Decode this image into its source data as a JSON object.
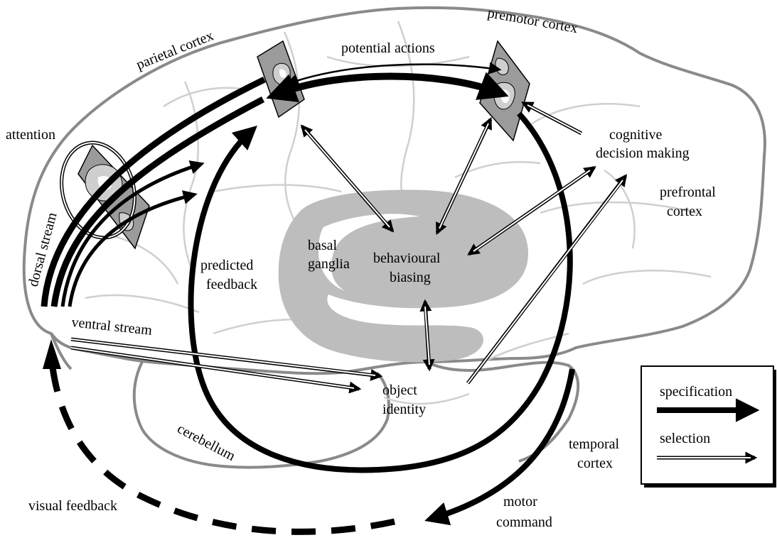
{
  "labels": {
    "parietal_cortex": "parietal cortex",
    "premotor_cortex": "premotor cortex",
    "potential_actions": "potential actions",
    "attention": "attention",
    "dorsal_stream": "dorsal stream",
    "cognitive_decision_line1": "cognitive",
    "cognitive_decision_line2": "decision making",
    "prefrontal_line1": "prefrontal",
    "prefrontal_line2": "cortex",
    "basal_line1": "basal",
    "basal_line2": "ganglia",
    "behavioural_line1": "behavioural",
    "behavioural_line2": "biasing",
    "predicted_line1": "predicted",
    "predicted_line2": "feedback",
    "ventral_stream": "ventral stream",
    "object_line1": "object",
    "object_line2": "identity",
    "cerebellum": "cerebellum",
    "temporal_line1": "temporal",
    "temporal_line2": "cortex",
    "visual_feedback": "visual feedback",
    "motor_line1": "motor",
    "motor_line2": "command"
  },
  "legend": {
    "specification": "specification",
    "selection": "selection"
  },
  "colors": {
    "brain_outline": "#8a8a8a",
    "sulci": "#cfcfcf",
    "basal_ganglia": "#bdbdbd",
    "cortical_map": "#9b9b9b",
    "arrows": "#000000"
  }
}
